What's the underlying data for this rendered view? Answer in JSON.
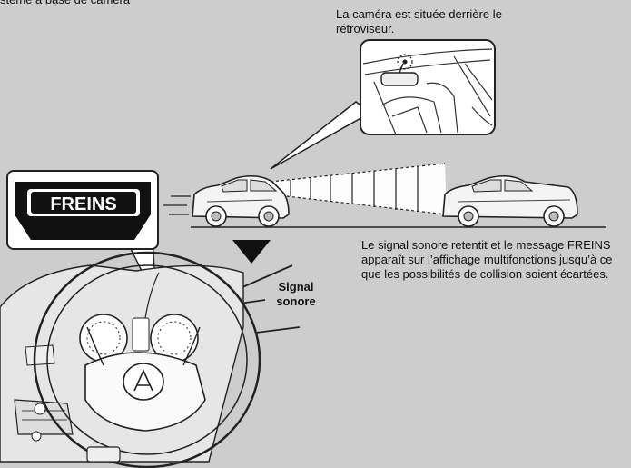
{
  "header_partial": "stème à base de caméra",
  "camera_caption": "La caméra est située derrière le rétroviseur.",
  "display_word": "FREINS",
  "signal_label": "Signal sonore",
  "message_caption": "Le signal sonore retentit et le message FREINS apparaît sur l’affichage multifonctions jusqu’à ce que les possibilités de collision soient écartées.",
  "colors": {
    "background": "#cdcdcd",
    "display_black": "#111111",
    "line": "#222222",
    "car_fill": "#f4f4f4"
  }
}
